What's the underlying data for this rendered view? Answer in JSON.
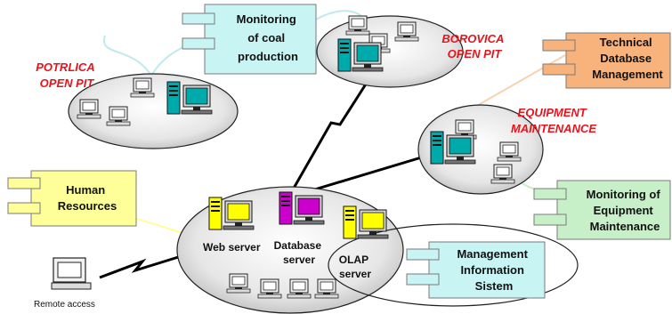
{
  "sites": {
    "potrlica": [
      "POTRLICA",
      "OPEN PIT"
    ],
    "borovica": [
      "BOROVICA",
      "OPEN PIT"
    ],
    "equipment": [
      "EQUIPMENT",
      "MAINTENANCE"
    ]
  },
  "modules": {
    "coal": [
      "Monitoring",
      "of coal",
      "production"
    ],
    "technical": [
      "Technical",
      "Database",
      "Management"
    ],
    "human": [
      "Human",
      "Resources"
    ],
    "monitoring_equipment": [
      "Monitoring of",
      "Equipment",
      "Maintenance"
    ],
    "mis": [
      "Management",
      "Information",
      "Sistem"
    ]
  },
  "servers": {
    "web": "Web server",
    "database": [
      "Database",
      "server"
    ],
    "olap": [
      "OLAP",
      "server"
    ]
  },
  "remote": "Remote access",
  "colors": {
    "web_server": "#ffff00",
    "database_server": "#cc00cc",
    "site_server": "#00aaaa",
    "coal_module": "#c8f4f4",
    "technical_module": "#f8b27c",
    "human_module": "#ffff99",
    "monitoring_module": "#c8f0c8",
    "mis_module": "#c8f4f4"
  }
}
